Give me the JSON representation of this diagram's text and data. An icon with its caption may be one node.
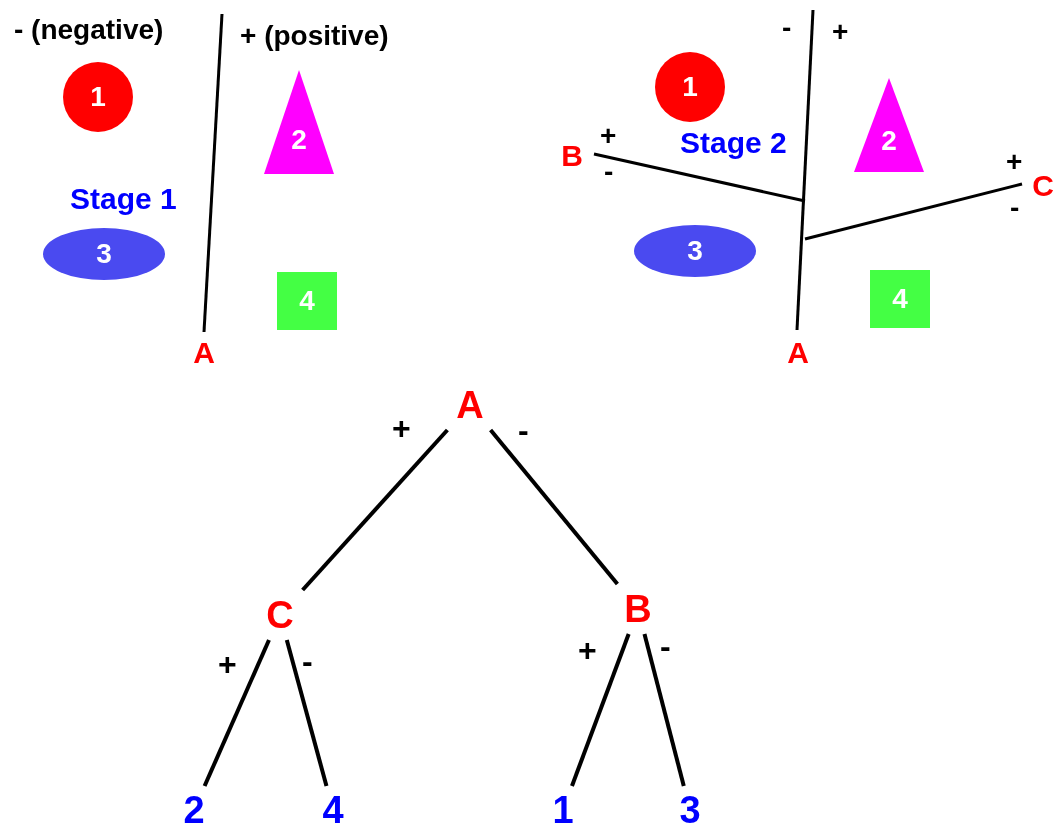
{
  "diagram": {
    "nodes": [
      {
        "text": [
          "1"
        ]
      },
      {
        "text": [
          "2"
        ]
      },
      {
        "text": [
          "3"
        ]
      },
      {
        "text": [
          "4"
        ]
      },
      {
        "text": [
          "A"
        ]
      },
      {
        "text": [
          "1"
        ]
      },
      {
        "text": [
          "2"
        ]
      },
      {
        "text": [
          "B"
        ]
      },
      {
        "text": [
          "C"
        ]
      },
      {
        "text": [
          "3"
        ]
      },
      {
        "text": [
          "4"
        ]
      },
      {
        "text": [
          "A"
        ]
      },
      {
        "text": [
          "A"
        ]
      },
      {
        "text": [
          "C"
        ]
      },
      {
        "text": [
          "B"
        ]
      },
      {
        "text": [
          "2"
        ]
      },
      {
        "text": [
          "4"
        ]
      },
      {
        "text": [
          "1"
        ]
      },
      {
        "text": [
          "3"
        ]
      }
    ],
    "edges": [
      {
        "from": 12,
        "to": 13,
        "arrow": "none",
        "label": "+"
      },
      {
        "from": 12,
        "to": 14,
        "arrow": "none",
        "label": "-"
      },
      {
        "from": 13,
        "to": 15,
        "arrow": "none",
        "label": "+"
      },
      {
        "from": 13,
        "to": 16,
        "arrow": "none",
        "label": "-"
      },
      {
        "from": 14,
        "to": 17,
        "arrow": "none",
        "label": "+"
      },
      {
        "from": 14,
        "to": 18,
        "arrow": "none",
        "label": "-"
      }
    ],
    "labels": [
      "- (negative)",
      "+ (positive)",
      "Stage 1",
      "-",
      "+",
      "+",
      "Stage 2",
      "+",
      "-",
      "-"
    ]
  }
}
